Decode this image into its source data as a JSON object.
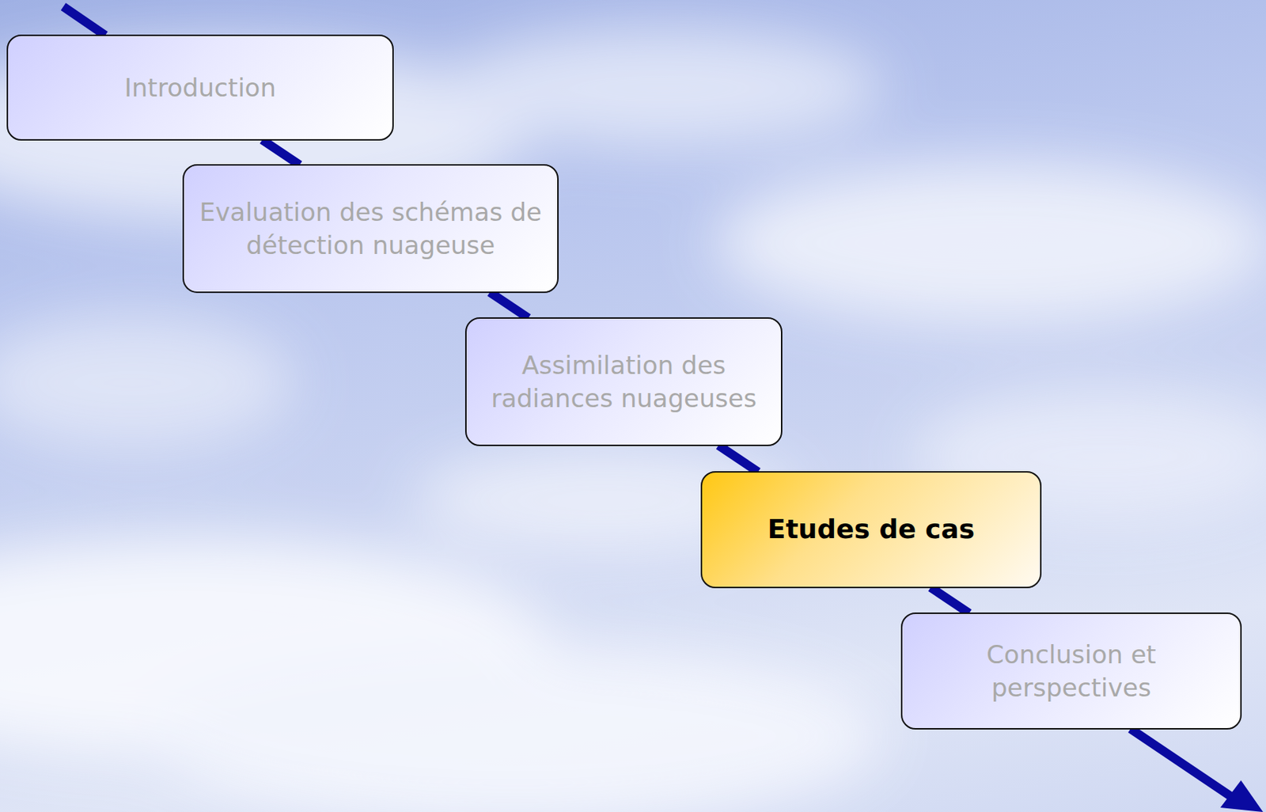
{
  "diagram": {
    "nodes": [
      {
        "text": [
          "Introduction"
        ]
      },
      {
        "text": [
          "Evaluation des schémas de détection nuageuse"
        ]
      },
      {
        "text": [
          "Assimilation des radiances nuageuses"
        ]
      },
      {
        "text": [
          "Etudes de cas"
        ]
      },
      {
        "text": [
          "Conclusion et perspectives"
        ]
      }
    ],
    "edges": [
      {
        "from": 0,
        "to": 1,
        "arrow": "none"
      },
      {
        "from": 1,
        "to": 2,
        "arrow": "none"
      },
      {
        "from": 2,
        "to": 3,
        "arrow": "none"
      },
      {
        "from": 3,
        "to": 4,
        "arrow": "none"
      }
    ]
  }
}
